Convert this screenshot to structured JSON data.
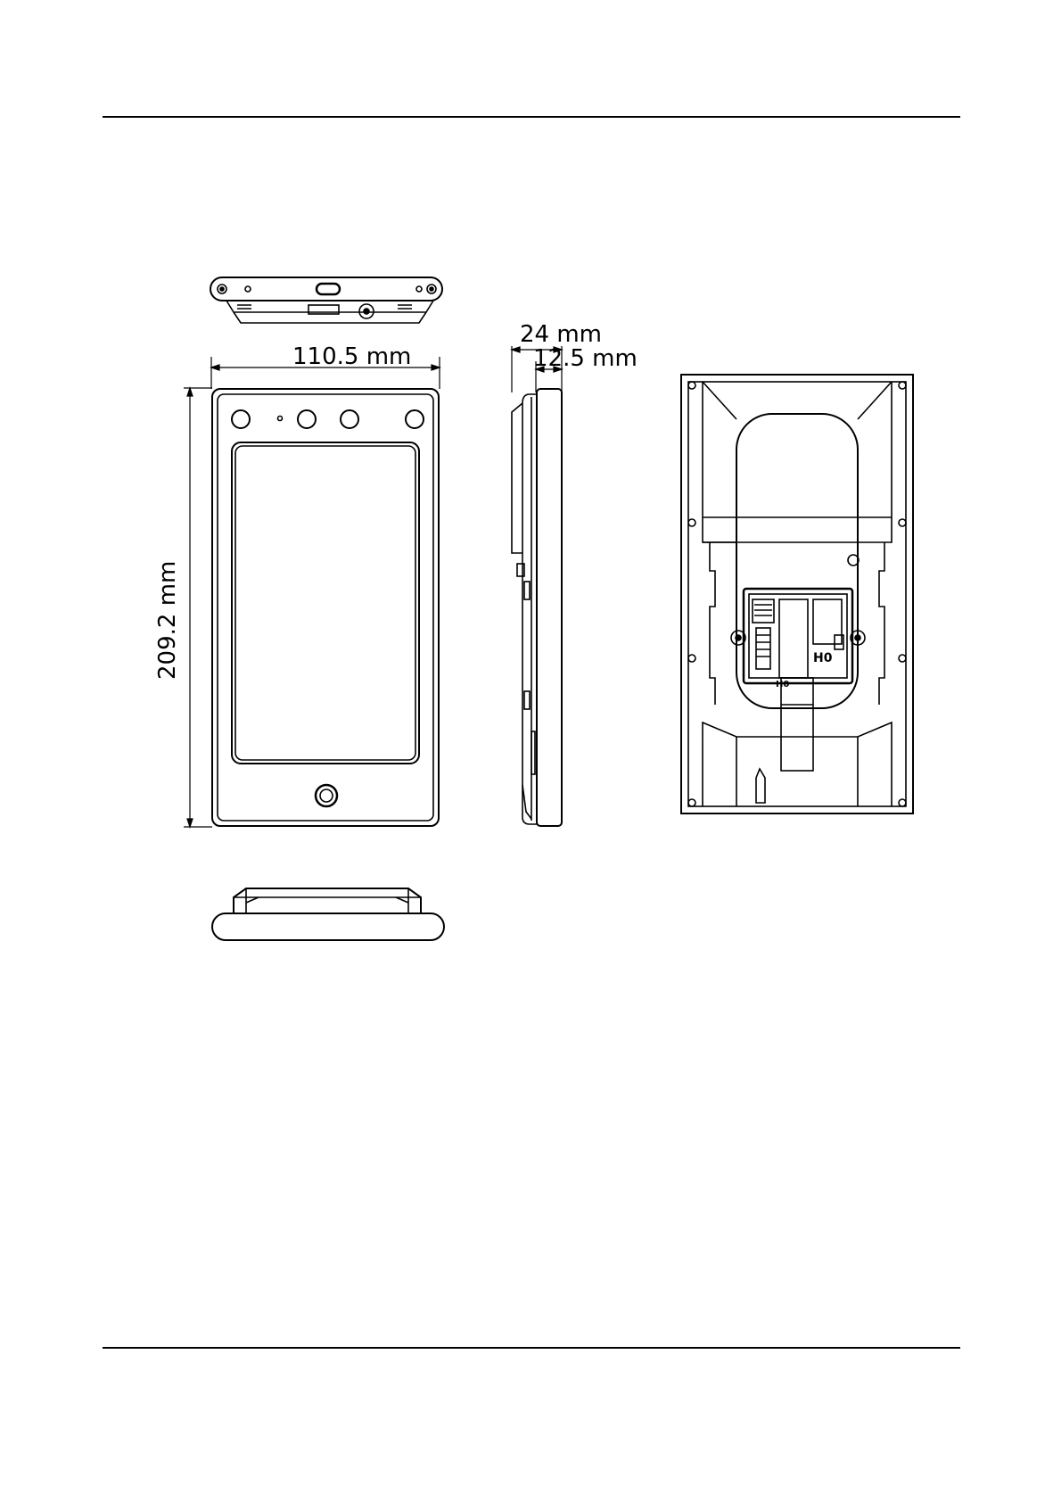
{
  "dimensions": {
    "width_label": "110.5 mm",
    "height_label": "209.2 mm",
    "depth_total_label": "24 mm",
    "depth_part_label": "12.5 mm"
  },
  "rear_view": {
    "port_label_a": "H0",
    "port_label_b": "H0"
  },
  "colors": {
    "line": "#000000",
    "background": "#ffffff"
  }
}
